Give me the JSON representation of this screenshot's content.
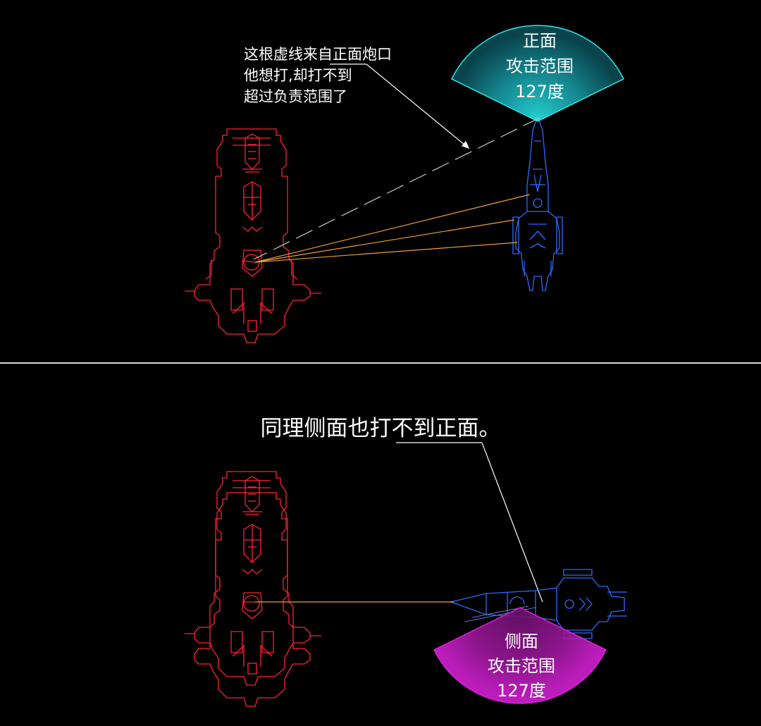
{
  "top": {
    "note_lines": [
      "这根虚线来自正面炮口",
      "他想打,却打不到",
      "超过负责范围了"
    ],
    "sector_lines": [
      "正面",
      "攻击范围",
      "127度"
    ]
  },
  "bottom": {
    "caption": "同理侧面也打不到正面。",
    "sector_lines": [
      "侧面",
      "攻击范围",
      "127度"
    ]
  },
  "colors": {
    "cruiser": "#ff2233",
    "fighter": "#2d6bff",
    "fire_line": "#f0a030",
    "front_sector": "#2ee6e6",
    "side_sector": "#e01ee0",
    "annotation": "#ffffff"
  }
}
